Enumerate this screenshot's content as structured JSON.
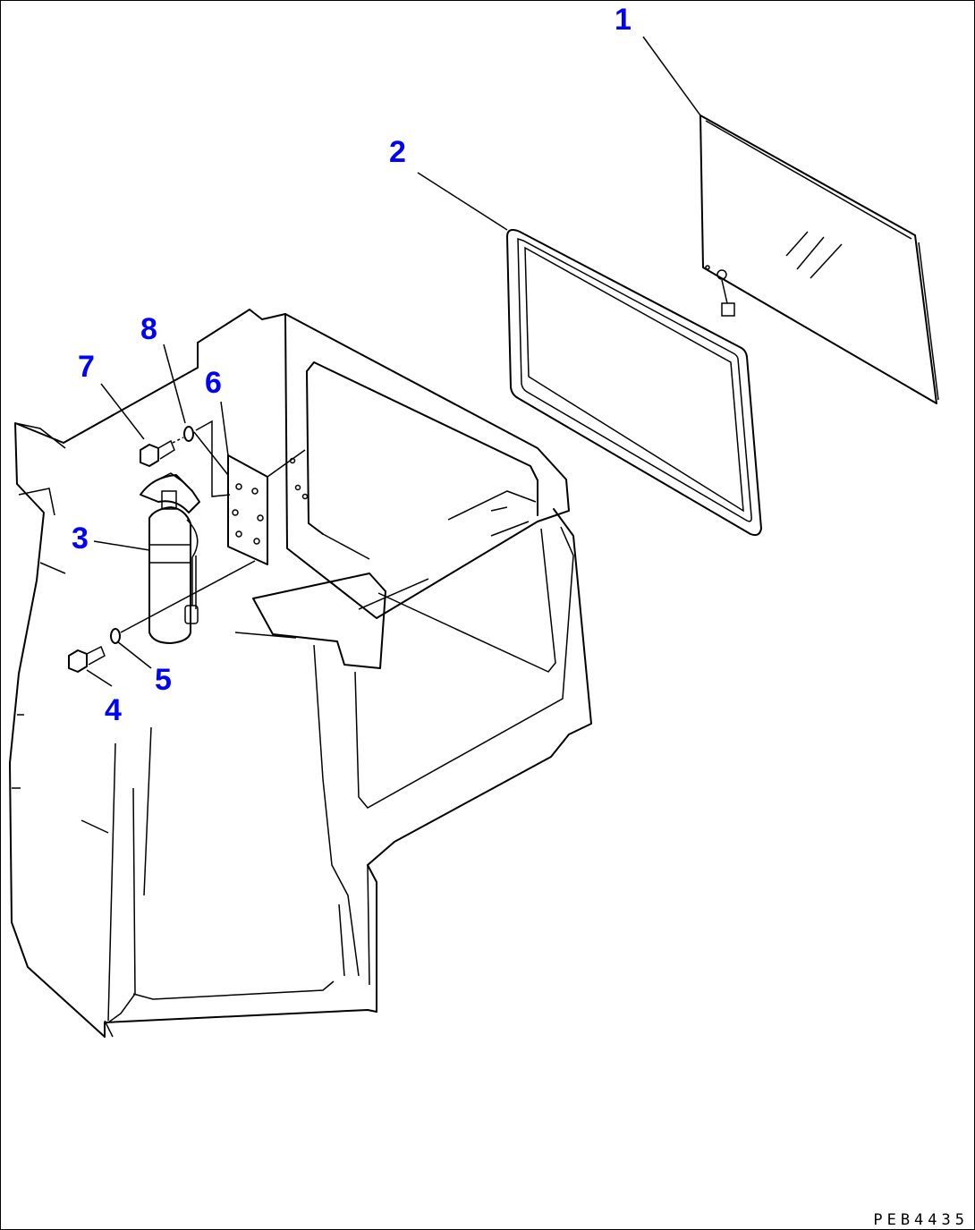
{
  "diagram": {
    "callout_color": "#0000ff",
    "line_color": "#000000",
    "callouts": [
      {
        "id": "1",
        "label": "1"
      },
      {
        "id": "2",
        "label": "2"
      },
      {
        "id": "3",
        "label": "3"
      },
      {
        "id": "4",
        "label": "4"
      },
      {
        "id": "5",
        "label": "5"
      },
      {
        "id": "6",
        "label": "6"
      },
      {
        "id": "7",
        "label": "7"
      },
      {
        "id": "8",
        "label": "8"
      }
    ],
    "drawing_code": "PEB4435"
  }
}
